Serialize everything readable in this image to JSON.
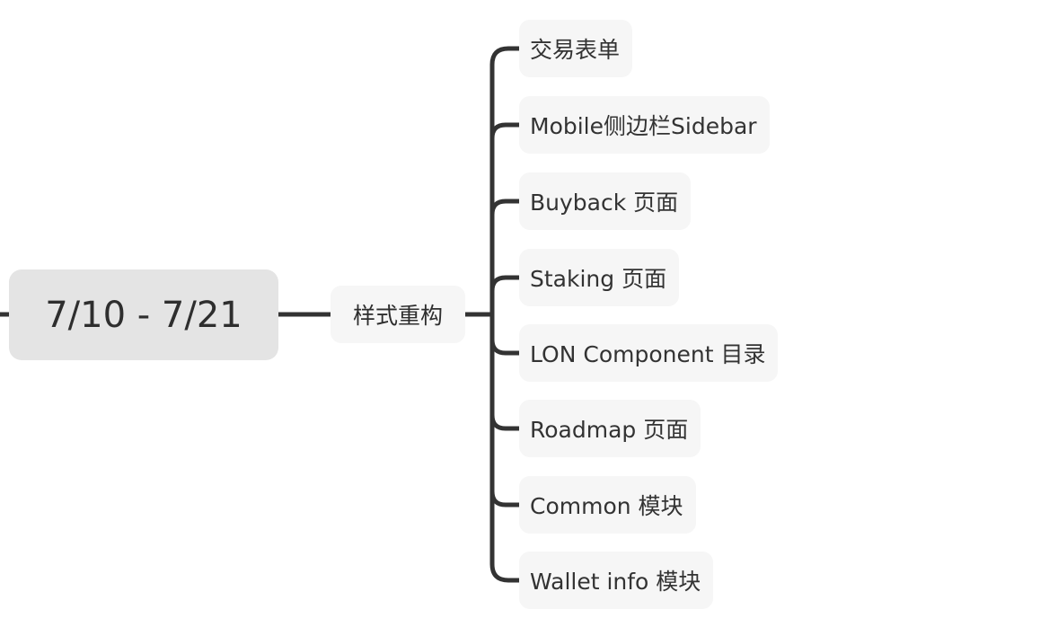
{
  "colors": {
    "line": "#333333",
    "root_fill": "#e4e4e4",
    "node_fill": "#f6f6f6",
    "text": "#333333"
  },
  "root": {
    "label": "7/10 - 7/21"
  },
  "branch": {
    "label": "样式重构"
  },
  "leaves": [
    {
      "label": "交易表单"
    },
    {
      "label": "Mobile侧边栏Sidebar"
    },
    {
      "label": "Buyback 页面"
    },
    {
      "label": "Staking 页面"
    },
    {
      "label": "LON Component 目录"
    },
    {
      "label": "Roadmap 页面"
    },
    {
      "label": "Common 模块"
    },
    {
      "label": "Wallet info 模块"
    }
  ]
}
